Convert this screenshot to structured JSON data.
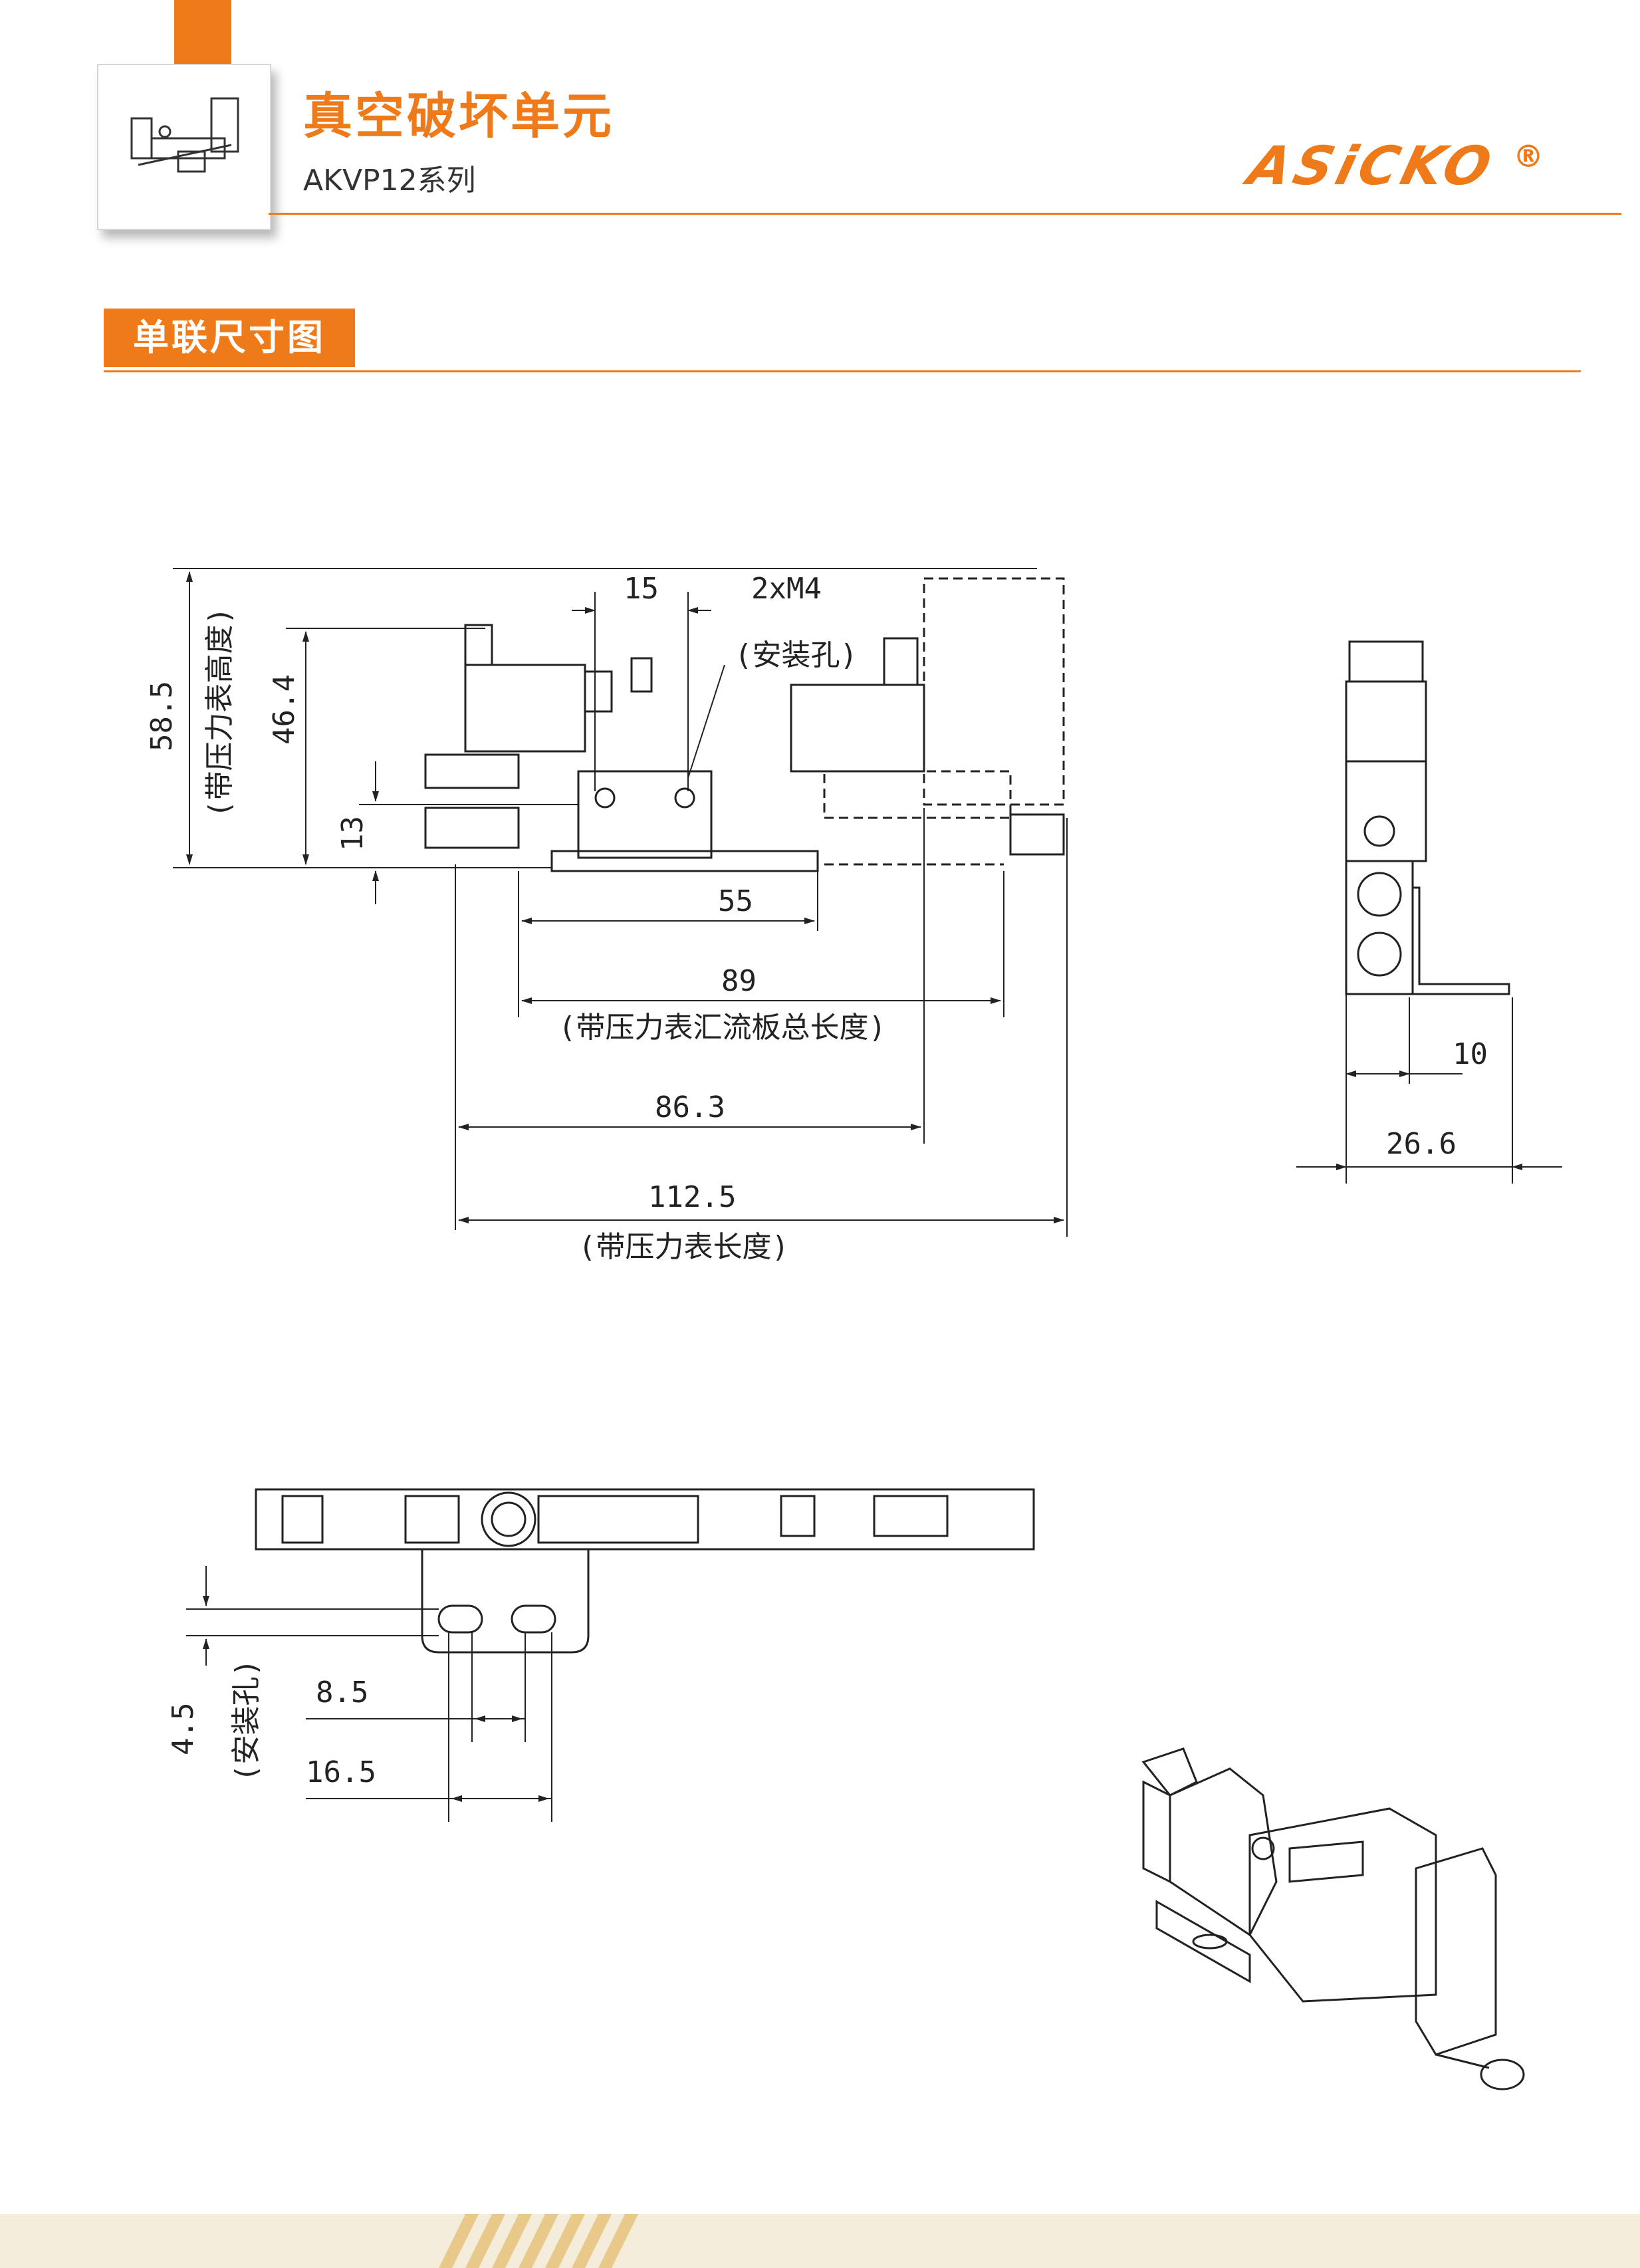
{
  "header": {
    "title": "真空破坏单元",
    "subtitle": "AKVP12系列",
    "logo": "ASiCKO",
    "logo_mark": "®"
  },
  "section": {
    "label": "单联尺寸图"
  },
  "colors": {
    "accent": "#ee7a1a",
    "line": "#222222",
    "band": "#f5eddc"
  },
  "front_view": {
    "dim_15": "15",
    "dim_2xm4": "2xM4",
    "dim_2xm4_note": "(安装孔)",
    "dim_58_5": "58.5",
    "dim_58_5_note": "(带压力表高度)",
    "dim_46_4": "46.4",
    "dim_13": "13",
    "dim_55": "55",
    "dim_89": "89",
    "dim_89_note": "(带压力表汇流板总长度)",
    "dim_86_3": "86.3",
    "dim_112_5": "112.5",
    "dim_112_5_note": "(带压力表长度)"
  },
  "side_view": {
    "dim_10": "10",
    "dim_26_6": "26.6"
  },
  "top_view": {
    "dim_4_5": "4.5",
    "dim_4_5_note": "(安装孔)",
    "dim_8_5": "8.5",
    "dim_16_5": "16.5"
  }
}
